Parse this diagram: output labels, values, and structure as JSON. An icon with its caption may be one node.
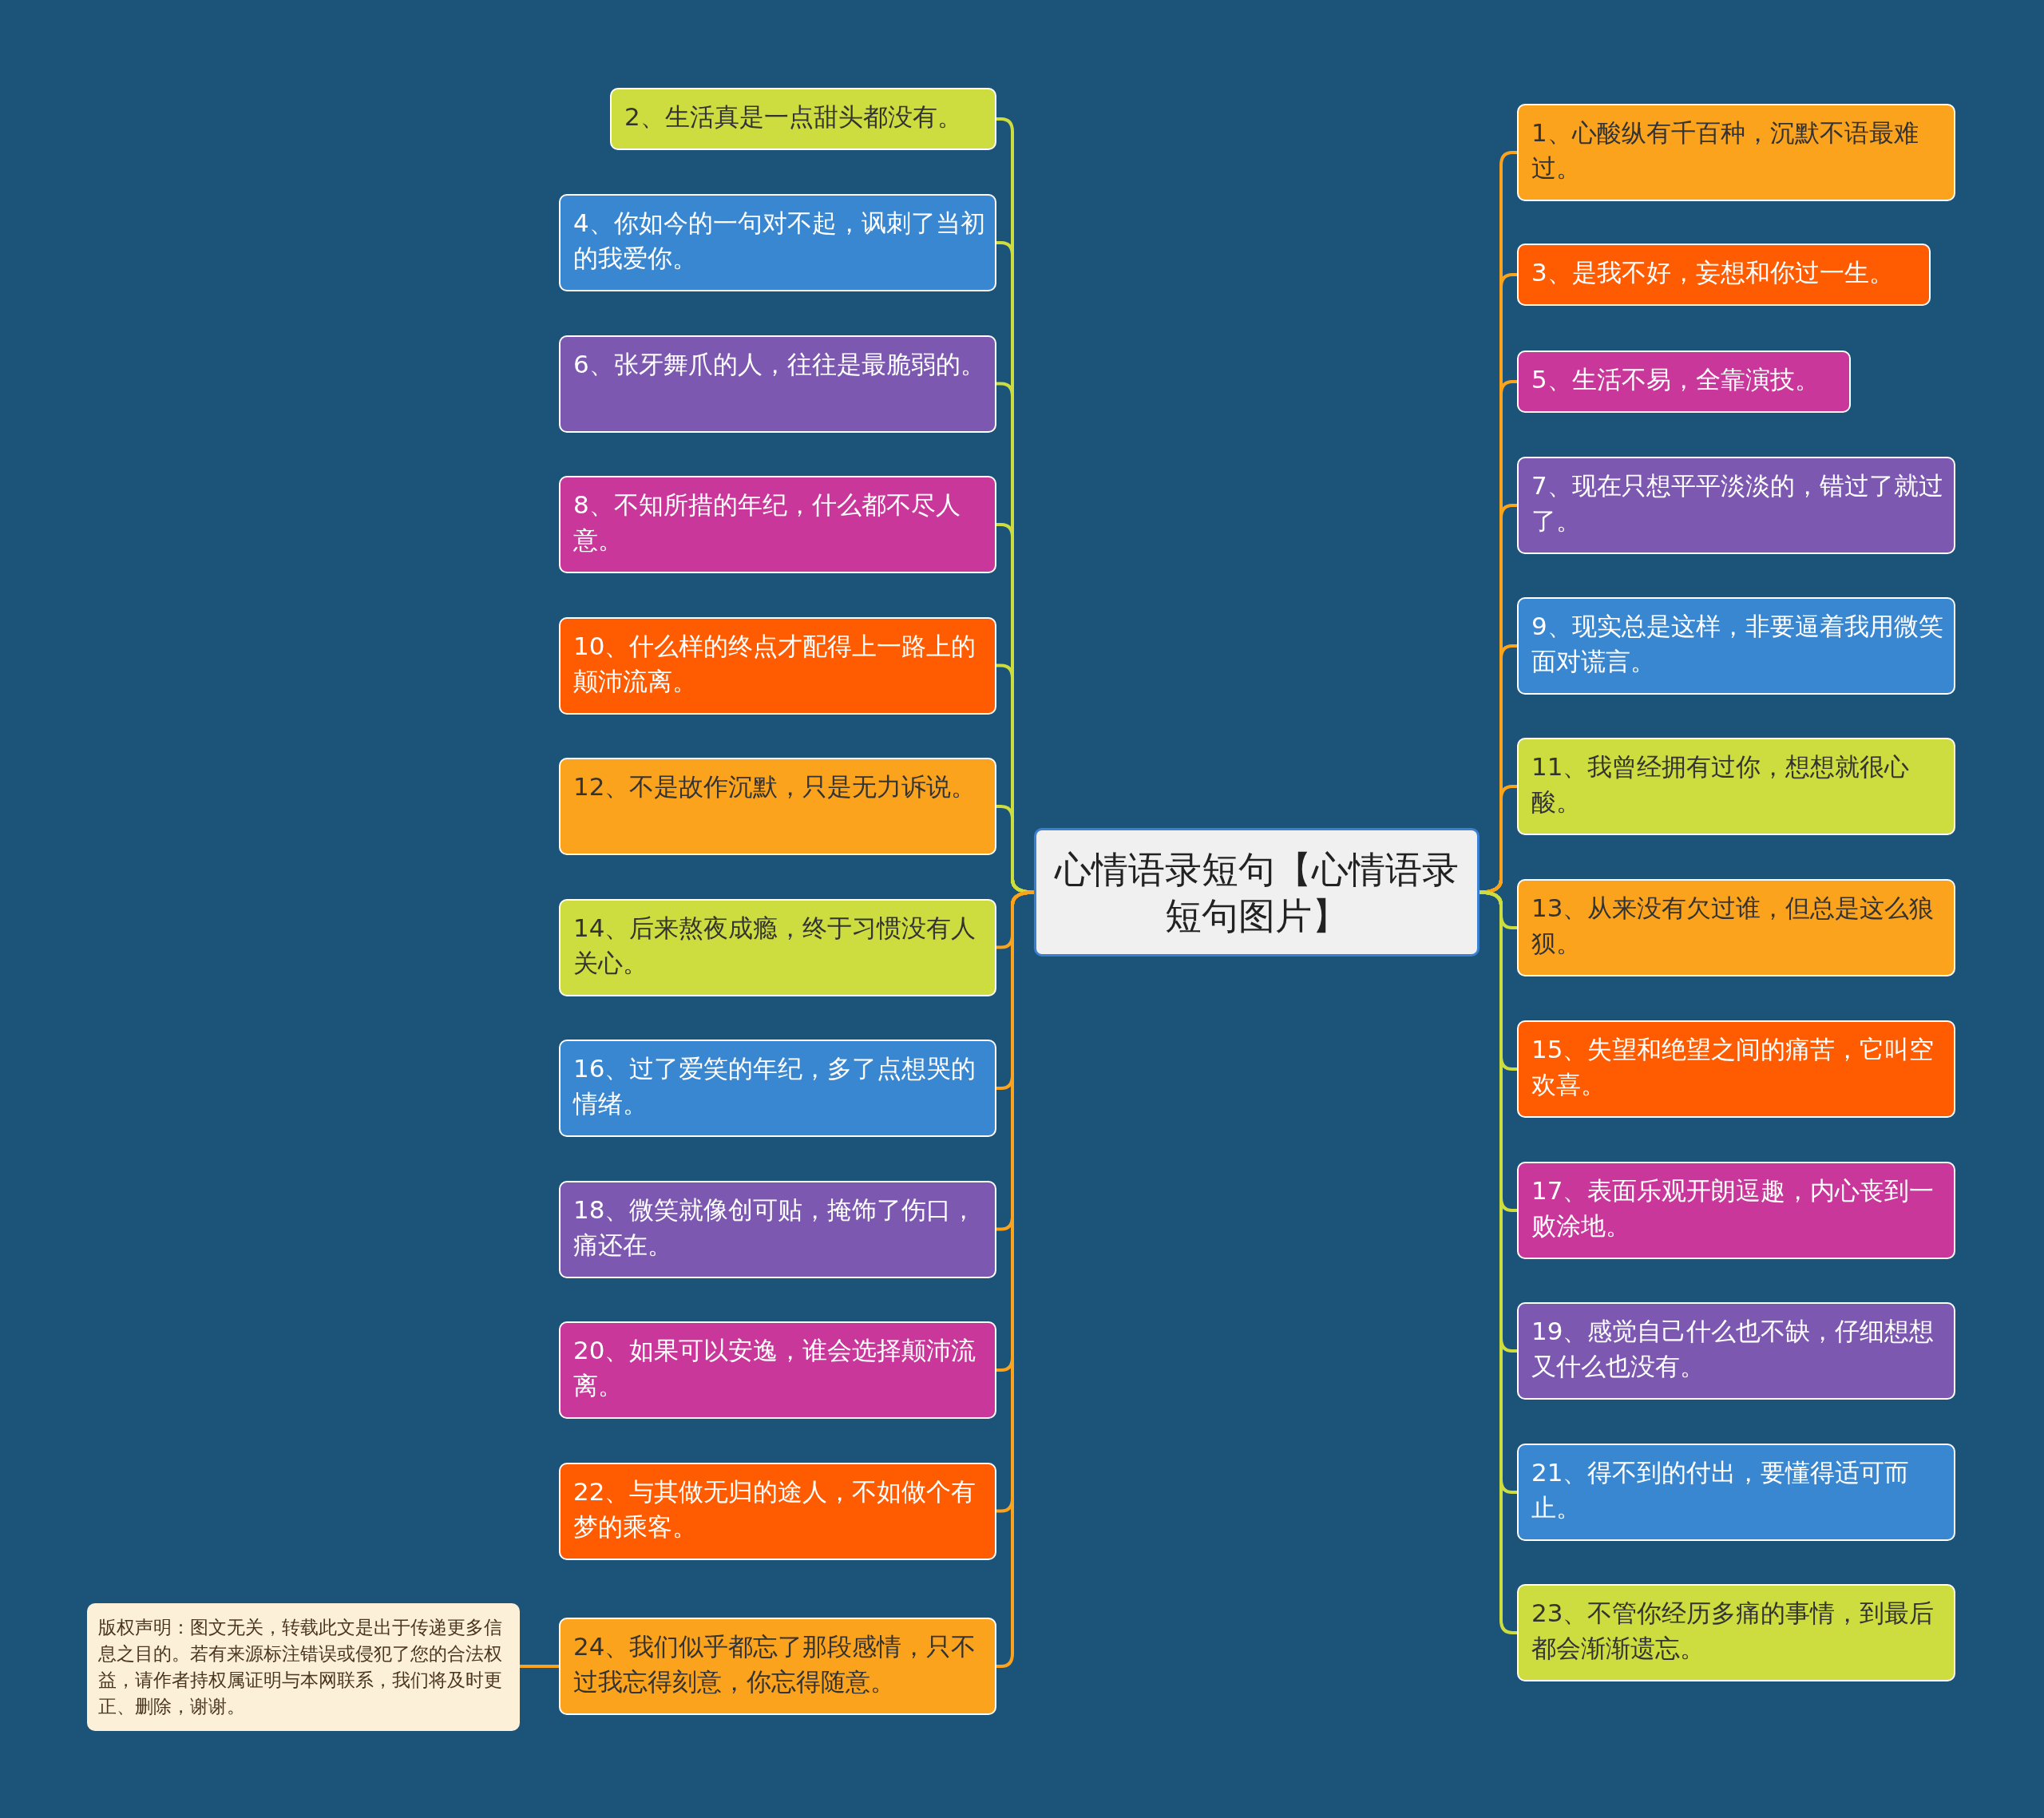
{
  "diagram": {
    "nodes": [
      {
        "text": [
          "心情语录短句【心情语录短句图片】"
        ]
      },
      {
        "text": [
          "2、生活真是一点甜头都没有。"
        ]
      },
      {
        "text": [
          "4、你如今的一句对不起，讽刺了当初的我爱你。"
        ]
      },
      {
        "text": [
          "6、张牙舞爪的人，往往是最脆弱的。"
        ]
      },
      {
        "text": [
          "8、不知所措的年纪，什么都不尽人意。"
        ]
      },
      {
        "text": [
          "10、什么样的终点才配得上一路上的颠沛流离。"
        ]
      },
      {
        "text": [
          "12、不是故作沉默，只是无力诉说。"
        ]
      },
      {
        "text": [
          "14、后来熬夜成瘾，终于习惯没有人关心。"
        ]
      },
      {
        "text": [
          "16、过了爱笑的年纪，多了点想哭的情绪。"
        ]
      },
      {
        "text": [
          "18、微笑就像创可贴，掩饰了伤口，痛还在。"
        ]
      },
      {
        "text": [
          "20、如果可以安逸，谁会选择颠沛流离。"
        ]
      },
      {
        "text": [
          "22、与其做无归的途人，不如做个有梦的乘客。"
        ]
      },
      {
        "text": [
          "24、我们似乎都忘了那段感情，只不过我忘得刻意，你忘得随意。"
        ]
      },
      {
        "text": [
          "1、心酸纵有千百种，沉默不语最难过。"
        ]
      },
      {
        "text": [
          "3、是我不好，妄想和你过一生。"
        ]
      },
      {
        "text": [
          "5、生活不易，全靠演技。"
        ]
      },
      {
        "text": [
          "7、现在只想平平淡淡的，错过了就过了。"
        ]
      },
      {
        "text": [
          "9、现实总是这样，非要逼着我用微笑面对谎言。"
        ]
      },
      {
        "text": [
          "11、我曾经拥有过你，想想就很心酸。"
        ]
      },
      {
        "text": [
          "13、从来没有欠过谁，但总是这么狼狈。"
        ]
      },
      {
        "text": [
          "15、失望和绝望之间的痛苦，它叫空欢喜。"
        ]
      },
      {
        "text": [
          "17、表面乐观开朗逗趣，内心丧到一败涂地。"
        ]
      },
      {
        "text": [
          "19、感觉自己什么也不缺，仔细想想又什么也没有。"
        ]
      },
      {
        "text": [
          "21、得不到的付出，要懂得适可而止。"
        ]
      },
      {
        "text": [
          "23、不管你经历多痛的事情，到最后都会渐渐遗忘。"
        ]
      },
      {
        "text": [
          "版权声明：图文无关，转载此文是出于传递更多信息之目的。若有来源标注错误或侵犯了您的合法权益，请作者持权属证明与本网联系，我们将及时更正、删除，谢谢。"
        ]
      }
    ],
    "edges": [
      {
        "from": 0,
        "to": 1,
        "arrow": "none",
        "color": "#cddc3e"
      },
      {
        "from": 0,
        "to": 2,
        "arrow": "none",
        "color": "#cddc3e"
      },
      {
        "from": 0,
        "to": 3,
        "arrow": "none",
        "color": "#cddc3e"
      },
      {
        "from": 0,
        "to": 4,
        "arrow": "none",
        "color": "#cddc3e"
      },
      {
        "from": 0,
        "to": 5,
        "arrow": "none",
        "color": "#cddc3e"
      },
      {
        "from": 0,
        "to": 6,
        "arrow": "none",
        "color": "#cddc3e"
      },
      {
        "from": 0,
        "to": 7,
        "arrow": "none"
      },
      {
        "from": 0,
        "to": 8,
        "arrow": "none"
      },
      {
        "from": 0,
        "to": 9,
        "arrow": "none"
      },
      {
        "from": 0,
        "to": 10,
        "arrow": "none"
      },
      {
        "from": 0,
        "to": 11,
        "arrow": "none"
      },
      {
        "from": 0,
        "to": 12,
        "arrow": "none"
      },
      {
        "from": 0,
        "to": 13,
        "arrow": "none"
      },
      {
        "from": 0,
        "to": 14,
        "arrow": "none"
      },
      {
        "from": 0,
        "to": 15,
        "arrow": "none"
      },
      {
        "from": 0,
        "to": 16,
        "arrow": "none"
      },
      {
        "from": 0,
        "to": 17,
        "arrow": "none"
      },
      {
        "from": 0,
        "to": 18,
        "arrow": "none"
      },
      {
        "from": 0,
        "to": 19,
        "arrow": "none",
        "color": "#cddc3e"
      },
      {
        "from": 0,
        "to": 20,
        "arrow": "none",
        "color": "#cddc3e"
      },
      {
        "from": 0,
        "to": 21,
        "arrow": "none",
        "color": "#cddc3e"
      },
      {
        "from": 0,
        "to": 22,
        "arrow": "none",
        "color": "#cddc3e"
      },
      {
        "from": 0,
        "to": 23,
        "arrow": "none",
        "color": "#cddc3e"
      },
      {
        "from": 0,
        "to": 24,
        "arrow": "none",
        "color": "#cddc3e"
      },
      {
        "from": 25,
        "to": 12,
        "arrow": "none"
      }
    ]
  }
}
